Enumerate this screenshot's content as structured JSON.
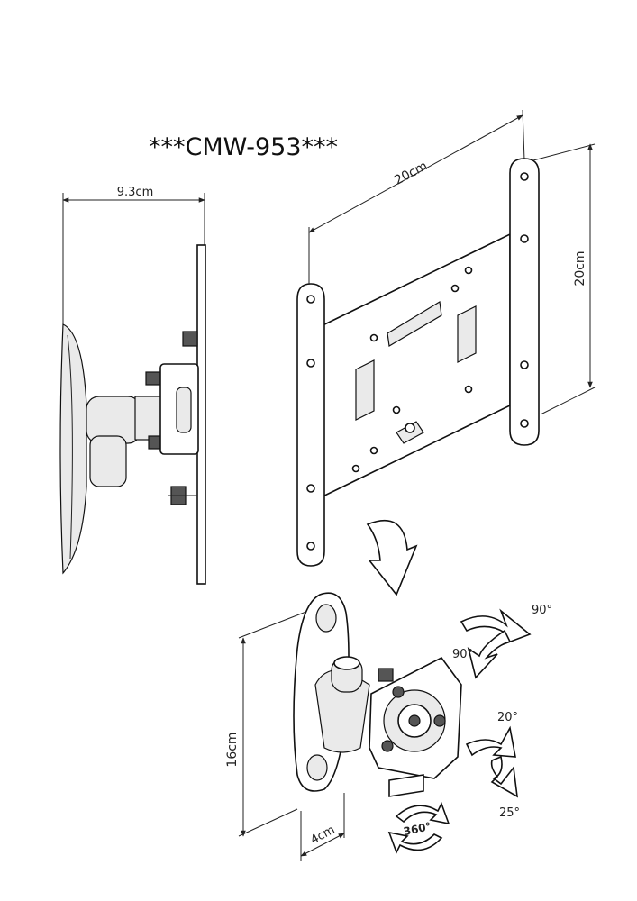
{
  "title": "***CMW-953***",
  "dimensions": {
    "depth": "9.3cm",
    "plate_width": "20cm",
    "plate_height": "20cm",
    "arm_height": "16cm",
    "arm_depth": "4cm"
  },
  "angles": {
    "swivel_right": "90°",
    "swivel_left": "90°",
    "tilt_up": "20°",
    "tilt_down": "25°",
    "rotation": "360°"
  }
}
